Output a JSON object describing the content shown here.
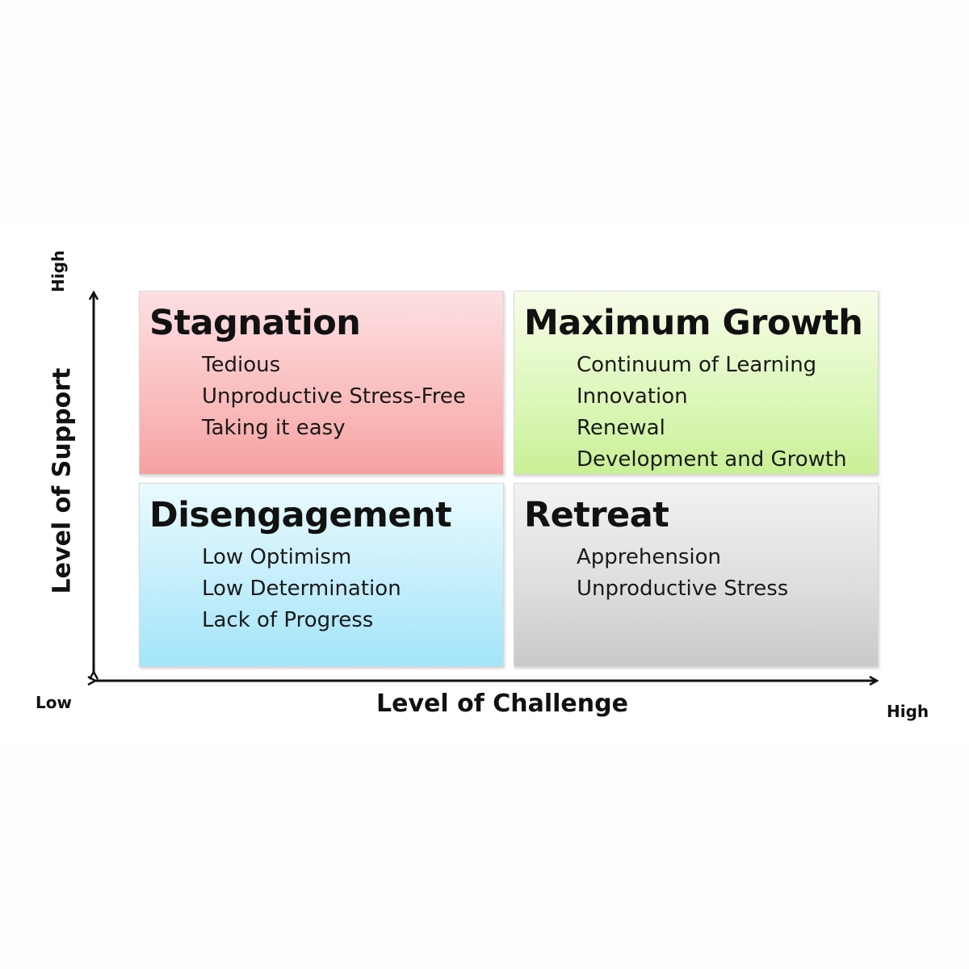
{
  "quadrants": {
    "top_left": {
      "title": "Stagnation",
      "items": [
        "Tedious",
        "Unproductive Stress-Free",
        "Taking it easy"
      ],
      "color": "#f9b6b6"
    },
    "top_right": {
      "title": "Maximum Growth",
      "items": [
        "Continuum of Learning",
        "Innovation",
        "Renewal",
        "Development and Growth"
      ],
      "color": "#dcf7b8"
    },
    "bottom_left": {
      "title": "Disengagement",
      "items": [
        "Low Optimism",
        "Low Determination",
        "Lack of Progress"
      ],
      "color": "#c4eefb"
    },
    "bottom_right": {
      "title": "Retreat",
      "items": [
        "Apprehension",
        "Unproductive Stress"
      ],
      "color": "#dcdcdc"
    }
  },
  "axes": {
    "x_label": "Level of Challenge",
    "y_label": "Level of Support",
    "origin_label": "Low",
    "x_high": "High",
    "y_high": "High"
  }
}
